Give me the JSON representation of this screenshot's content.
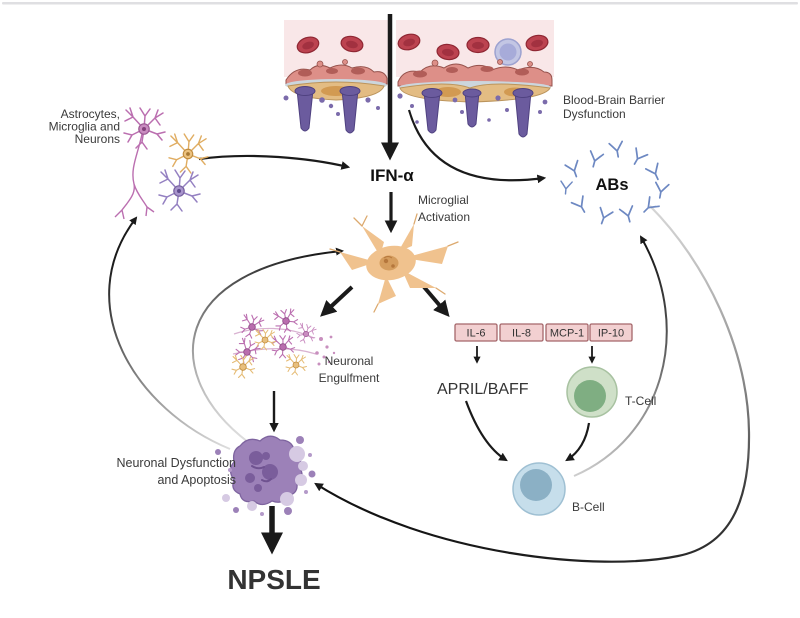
{
  "labels": {
    "bbb_line1": "Blood-Brain Barrier",
    "bbb_line2": "Dysfunction",
    "astro_line1": "Astrocytes,",
    "astro_line2": "Microglia and",
    "astro_line3": "Neurons",
    "ifn": "IFN-α",
    "microglial_line1": "Microglial",
    "microglial_line2": "Activation",
    "abs": "ABs",
    "engulf_line1": "Neuronal",
    "engulf_line2": "Engulfment",
    "april_baff": "APRIL/BAFF",
    "t_cell": "T-Cell",
    "b_cell": "B-Cell",
    "dysfunction_line1": "Neuronal Dysfunction",
    "dysfunction_line2": "and Apoptosis",
    "npsle": "NPSLE"
  },
  "cytokines": [
    "IL-6",
    "IL-8",
    "MCP-1",
    "IP-10"
  ],
  "connections": [
    "Blood-Brain Barrier Dysfunction → IFN-α",
    "Blood-Brain Barrier Dysfunction → ABs",
    "Astrocytes/Microglia/Neurons → IFN-α",
    "IFN-α → Microglial Activation",
    "Activated microglia → Neuronal Engulfment",
    "Activated microglia → IL-6/IL-8/MCP-1/IP-10",
    "IL-6 → APRIL/BAFF",
    "MCP-1/IP-10 → T-Cell",
    "APRIL/BAFF → B-Cell",
    "T-Cell → B-Cell",
    "B-Cell → ABs",
    "ABs → Neuronal Dysfunction and Apoptosis",
    "Neuronal Engulfment → Neuronal Dysfunction and Apoptosis",
    "Neuronal Dysfunction and Apoptosis → Astrocytes/Microglia/Neurons",
    "Neuronal Dysfunction and Apoptosis → Activated microglia",
    "Neuronal Dysfunction and Apoptosis → NPSLE"
  ],
  "icons": {
    "antibody": "Y-shaped antibody",
    "t_cell": "green round cell",
    "b_cell": "blue round cell",
    "microglia": "orange amoeboid cell",
    "apoptotic_neuron": "fragmented purple cell",
    "blood_brain_barrier": "vessel cross-section with red blood cells"
  },
  "colors": {
    "arrow": "#1a1a1a",
    "bbb_background": "#f9e7e8",
    "rbc": "#bc4350",
    "lymphocyte": "#c3c6e4",
    "endothelium": "#dd8f88",
    "basement_membrane": "#e3bc83",
    "astrocyte_endfeet": "#6b5b9e",
    "neuron_magenta": "#bb6fb0",
    "neuron_orange": "#e0ad62",
    "neuron_purple": "#9480c1",
    "microglia": "#f0c28e",
    "cytokine_box_fill": "#f2d0d1",
    "cytokine_box_border": "#a5666a",
    "t_cell_outer": "#cfe0c8",
    "t_cell_inner": "#7fae82",
    "b_cell_outer": "#c6deeb",
    "b_cell_inner": "#8bb0c5",
    "apoptotic_cell": "#9c81b8",
    "antibody": "#6d88c2"
  }
}
